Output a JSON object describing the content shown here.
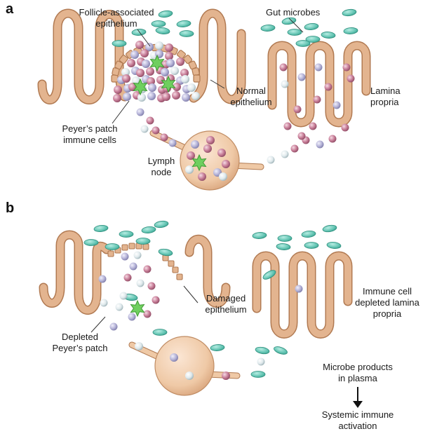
{
  "panel_a": {
    "letter": "a",
    "labels": {
      "follicle_line1": "Follicle-associated",
      "follicle_line2": "epithelium",
      "gut_microbes": "Gut microbes",
      "normal_line1": "Normal",
      "normal_line2": "epithelium",
      "lamina_line1": "Lamina",
      "lamina_line2": "propria",
      "peyers_line1": "Peyer’s patch",
      "peyers_line2": "immune cells",
      "lymph_line1": "Lymph",
      "lymph_line2": "node"
    }
  },
  "panel_b": {
    "letter": "b",
    "labels": {
      "damaged_line1": "Damaged",
      "damaged_line2": "epithelium",
      "immune_line1": "Immune cell",
      "immune_line2": "depleted lamina",
      "immune_line3": "propria",
      "depleted_line1": "Depleted",
      "depleted_line2": "Peyer’s patch",
      "microbe_line1": "Microbe products",
      "microbe_line2": "in plasma",
      "systemic_line1": "Systemic immune",
      "systemic_line2": "activation"
    }
  },
  "colors": {
    "epithelium": "#e3b48f",
    "epithelium_edge": "#b17a52",
    "microbe": "#5ec2b0",
    "microbe_edge": "#2f8f7e",
    "immune_cell_pink": "#c9809a",
    "immune_cell_lavender": "#b3b1d6",
    "immune_cell_white": "#e6eef0",
    "dendritic_cell": "#6fcf5f",
    "lymph_node": "#efc9a6"
  }
}
